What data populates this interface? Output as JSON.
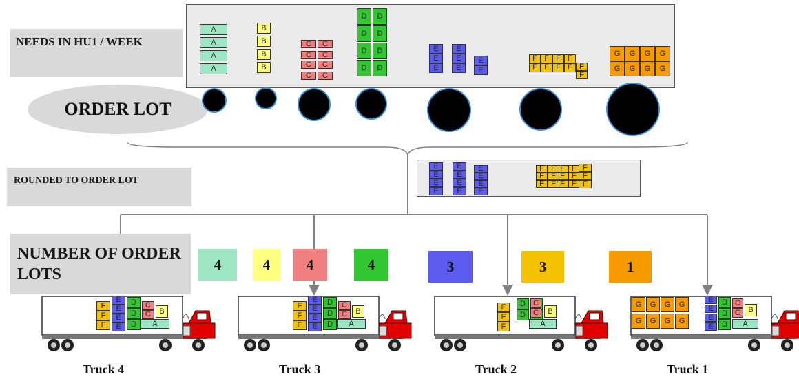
{
  "labels": {
    "needs": "NEEDS IN HU1 / WEEK",
    "order_lot": "ORDER LOT",
    "rounded": "ROUNDED TO ORDER LOT",
    "number_of_lots": "NUMBER OF ORDER LOTS"
  },
  "parts": {
    "A": {
      "letter": "A",
      "color": "#9ee6c3"
    },
    "B": {
      "letter": "B",
      "color": "#ffff80"
    },
    "C": {
      "letter": "C",
      "color": "#f08080"
    },
    "D": {
      "letter": "D",
      "color": "#33c633"
    },
    "E": {
      "letter": "E",
      "color": "#5b5bf0"
    },
    "F": {
      "letter": "F",
      "color": "#f5c200"
    },
    "G": {
      "letter": "G",
      "color": "#f59a00"
    }
  },
  "counts": [
    {
      "part": "A",
      "value": "4"
    },
    {
      "part": "B",
      "value": "4"
    },
    {
      "part": "C",
      "value": "4"
    },
    {
      "part": "D",
      "value": "4"
    },
    {
      "part": "E",
      "value": "3"
    },
    {
      "part": "F",
      "value": "3"
    },
    {
      "part": "G",
      "value": "1"
    }
  ],
  "trucks": [
    {
      "label": "Truck 4"
    },
    {
      "label": "Truck 3"
    },
    {
      "label": "Truck 2"
    },
    {
      "label": "Truck 1"
    }
  ],
  "colors": {
    "panel": "#ebebeb",
    "label_bg": "#d9d9d9",
    "connector": "#808080",
    "lot_dot": "#000000",
    "lot_ring": "#3b8fd9",
    "truck_cab": "#e00000"
  }
}
